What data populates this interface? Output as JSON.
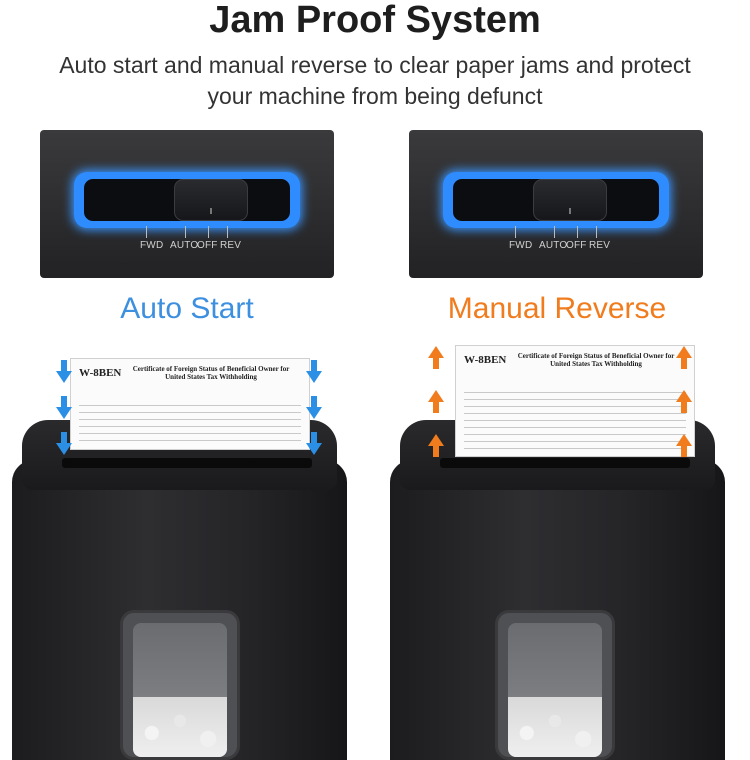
{
  "header": {
    "title": "Jam Proof System",
    "subtitle": "Auto start and manual reverse to clear paper jams and protect your machine from being defunct"
  },
  "switch_labels": {
    "fwd": "FWD",
    "auto": "AUTO",
    "off": "OFF",
    "rev": "REV"
  },
  "modes": {
    "left": "Auto Start",
    "right": "Manual Reverse"
  },
  "paper": {
    "form": "W-8BEN",
    "heading": "Certificate of Foreign Status of Beneficial Owner for United States Tax Withholding"
  },
  "colors": {
    "switch_glow": "#2f8cff",
    "auto_start": "#3d8fe0",
    "manual_reverse": "#f07c1e",
    "down_arrow": "#2b8fe6",
    "up_arrow": "#f07c1e"
  },
  "icons": {
    "left_arrows": "arrow-down-icon",
    "right_arrows": "arrow-up-icon"
  }
}
